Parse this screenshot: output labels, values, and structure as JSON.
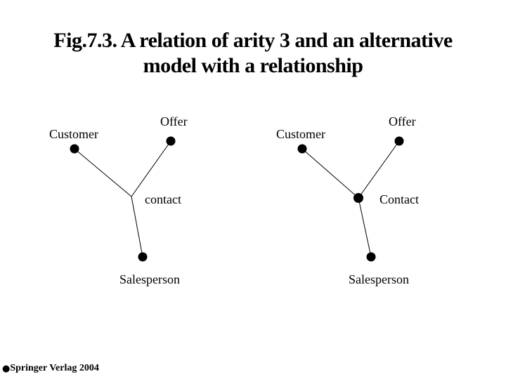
{
  "slide": {
    "title_line1": "Fig.7.3. A relation of arity 3 and an alternative",
    "title_line2": "model with a relationship"
  },
  "colors": {
    "ink": "#000000",
    "background": "#ffffff"
  },
  "left_diagram": {
    "customer_label": "Customer",
    "offer_label": "Offer",
    "junction_label": "contact",
    "salesperson_label": "Salesperson"
  },
  "right_diagram": {
    "customer_label": "Customer",
    "offer_label": "Offer",
    "junction_label": "Contact",
    "salesperson_label": "Salesperson"
  },
  "footer": {
    "symbol": "●",
    "text": "Springer Verlag 2004"
  }
}
